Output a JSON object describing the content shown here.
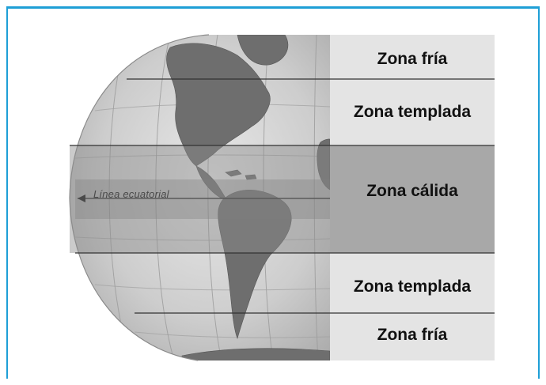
{
  "diagram": {
    "equator_label": "Línea ecuatorial",
    "zones": [
      {
        "id": "fria-norte",
        "label": "Zona fría"
      },
      {
        "id": "templada-norte",
        "label": "Zona templada"
      },
      {
        "id": "calida",
        "label": "Zona cálida"
      },
      {
        "id": "templada-sur",
        "label": "Zona templada"
      },
      {
        "id": "fria-sur",
        "label": "Zona fría"
      }
    ],
    "colors": {
      "frame_border": "#1e9fd6",
      "warm_zone": "#a7a7a7",
      "light_zone": "#e3e3e3",
      "ocean": "#cfcfcf",
      "land": "#6f6f6f",
      "divider": "#3a3a3a"
    }
  }
}
